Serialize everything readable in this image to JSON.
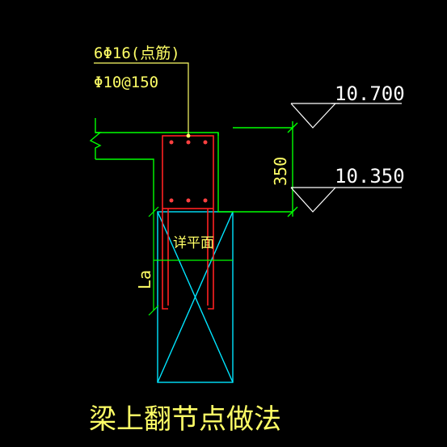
{
  "annotations": {
    "rebar_top": "6Φ16(点筋)",
    "stirrup": "Φ10@150",
    "elev_upper": "10.700",
    "elev_lower": "10.350",
    "dim_height": "350",
    "see_plan": "详平面",
    "anchor": "La",
    "title": "梁上翻节点做法"
  },
  "colors": {
    "background": "#000000",
    "concrete": "#00ff00",
    "leader": "#ffff00",
    "text": "#ffff66",
    "rebar": "#ff2020",
    "column": "#00e5ff",
    "elevation": "#ffffff"
  }
}
